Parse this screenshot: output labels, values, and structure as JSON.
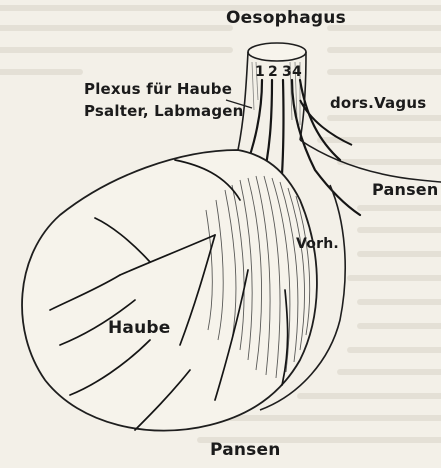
{
  "labels": {
    "oesophagus": "Oesophagus",
    "plexus_line1": "Plexus für Haube",
    "plexus_line2": "Psalter, Labmagen",
    "dors_vagus": "dors.Vagus",
    "pansen_right": "Pansen",
    "vorh": "Vorh.",
    "haube": "Haube",
    "pansen_bottom": "Pansen"
  },
  "nerve_numbers": [
    "1",
    "2",
    "3",
    "4"
  ]
}
